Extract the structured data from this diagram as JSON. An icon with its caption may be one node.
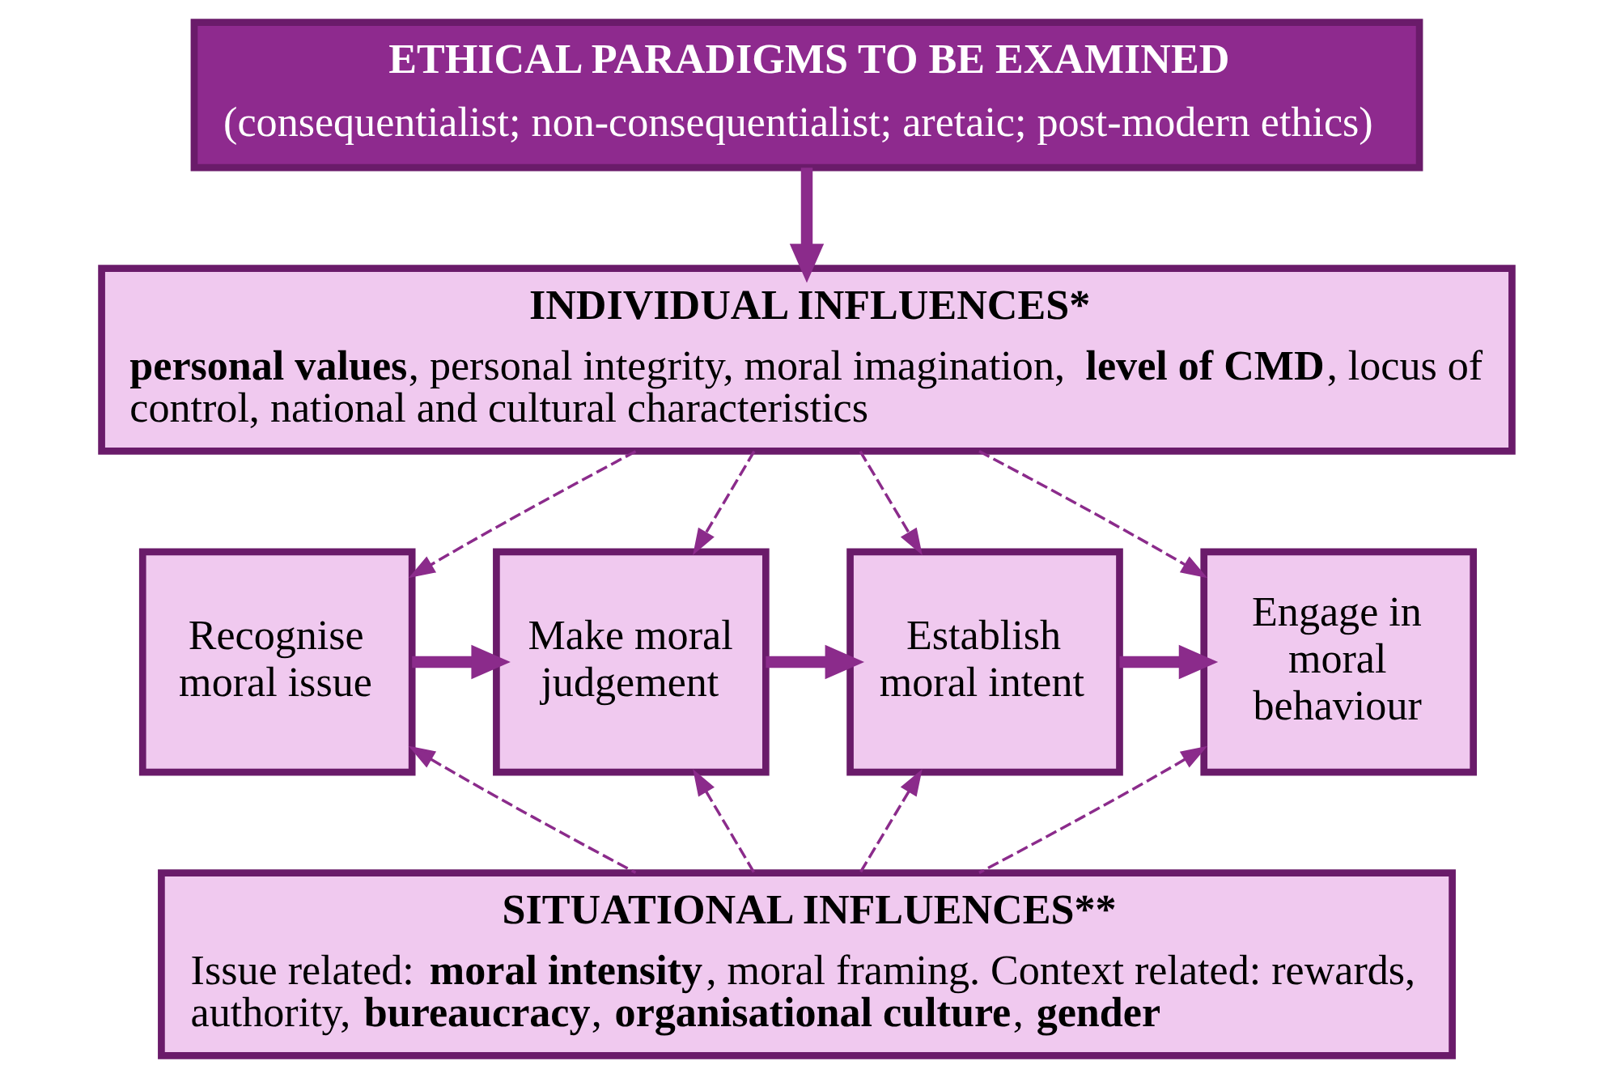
{
  "diagram": {
    "nodes": [
      {
        "text": [
          "ETHICAL PARADIGMS TO BE EXAMINED",
          "(consequentialist; non-consequentialist; aretaic; post-modern ethics)"
        ]
      },
      {
        "text": [
          "INDIVIDUAL INFLUENCES*",
          "**personal values**, personal integrity, moral imagination, **level of CMD**, locus of control, national and cultural characteristics"
        ]
      },
      {
        "text": [
          "Recognise moral issue"
        ]
      },
      {
        "text": [
          "Make moral judgement"
        ]
      },
      {
        "text": [
          "Establish moral intent"
        ]
      },
      {
        "text": [
          "Engage in moral behaviour"
        ]
      },
      {
        "text": [
          "SITUATIONAL INFLUENCES**",
          "Issue related: **moral intensity**, moral framing. Context related: rewards, authority, **bureaucracy**, **organisational culture**, **gender**"
        ]
      }
    ],
    "edges": [
      {
        "from": 0,
        "to": 1,
        "arrow": "to",
        "style": "thick"
      },
      {
        "from": 1,
        "to": 2,
        "arrow": "to",
        "style": "dashed"
      },
      {
        "from": 1,
        "to": 3,
        "arrow": "to",
        "style": "dashed"
      },
      {
        "from": 1,
        "to": 4,
        "arrow": "to",
        "style": "dashed"
      },
      {
        "from": 1,
        "to": 5,
        "arrow": "to",
        "style": "dashed"
      },
      {
        "from": 2,
        "to": 3,
        "arrow": "to",
        "style": "thick"
      },
      {
        "from": 3,
        "to": 4,
        "arrow": "to",
        "style": "thick"
      },
      {
        "from": 4,
        "to": 5,
        "arrow": "to",
        "style": "thick"
      },
      {
        "from": 6,
        "to": 2,
        "arrow": "to",
        "style": "dashed"
      },
      {
        "from": 6,
        "to": 3,
        "arrow": "to",
        "style": "dashed"
      },
      {
        "from": 6,
        "to": 4,
        "arrow": "to",
        "style": "dashed"
      },
      {
        "from": 6,
        "to": 5,
        "arrow": "to",
        "style": "dashed"
      }
    ]
  }
}
